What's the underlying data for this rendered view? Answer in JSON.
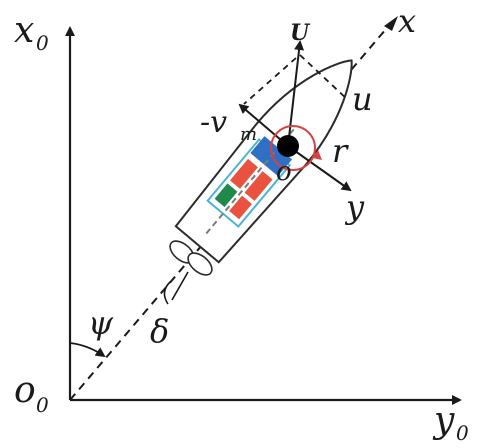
{
  "figure": {
    "axes": {
      "x0_label": "x",
      "x0_sub": "0",
      "y0_label": "y",
      "y0_sub": "0",
      "origin_label": "o",
      "origin_sub": "0"
    },
    "body_axes": {
      "x_label": "x",
      "y_label": "y",
      "origin_label": "o"
    },
    "vectors": {
      "U_label": "U",
      "u_label": "u",
      "vm_label": "-v",
      "vm_sub": "m",
      "r_label": "r"
    },
    "angles": {
      "psi_label": "ψ",
      "delta_label": "δ"
    },
    "colors": {
      "hull_outline": "#2b2b2b",
      "blue_block": "#2f6fc4",
      "red_block": "#e8523f",
      "green_block": "#1f8a4c",
      "cyan_frame": "#4bb3d6",
      "turn_circle": "#d94040",
      "gray_center": "#7a7a7a"
    }
  }
}
